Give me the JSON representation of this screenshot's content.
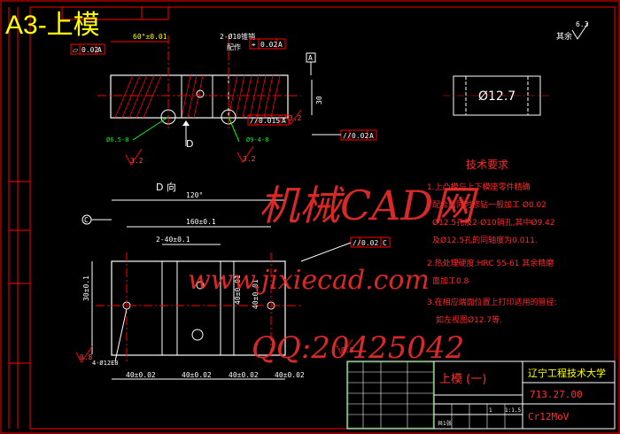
{
  "title": "A3-上模",
  "surface_finish": {
    "label": "其余",
    "value": "6.3"
  },
  "gdt": {
    "top_flatness": "0.02",
    "top_flatness_ref": "A",
    "holes_spec": "2-Ø10锥销",
    "holes_spec_note": "配作",
    "top_right_position": "0.02",
    "top_right_position_ref": "A",
    "right_parallel": "0.015",
    "right_parallel_ref": "A",
    "mid_parallel": "0.02",
    "mid_parallel_ref": "A",
    "bottom_parallel": "0.02",
    "bottom_parallel_ref": "C"
  },
  "datum_labels": {
    "a": "A",
    "c": "C"
  },
  "views": {
    "d_arrow": "D",
    "d_view": "D 向"
  },
  "roughness": [
    "3.2",
    "3.2",
    "3.2",
    "0.8",
    "0.8"
  ],
  "dims": {
    "top_left": "60°±0.01",
    "overall_width": "120°",
    "inner_span": "160±0.1",
    "small_span": "2-40±0.1",
    "left_height": "30±0.1",
    "mid_height_a": "40±0.01",
    "mid_height_b": "40±0.01",
    "section_height": "30",
    "bolt_spec": "4-Ø12E8",
    "hole_callout": "Ø6.5-8",
    "hole_callout_b": "Ø9-4-8",
    "bottom_1": "40±0.02",
    "bottom_2": "40±0.02",
    "bottom_3": "40±0.02",
    "bottom_4": "40±0.02"
  },
  "detail_circle": "Ø12.7",
  "tech_req": {
    "title": "技术要求",
    "lines": [
      "1.上凸模与上下模座零件精确",
      "配合后同时修钻一般加工 Ø0.02",
      "Ø12.5孔及2-Ø10销孔,其中Ø9.42",
      "及Ø12.5孔的同轴度为0.011.",
      "2.热处理硬度:HRC 55-61 其余精磨",
      "面加工0.8",
      "3.在相应端面位置上打印适用的管径:",
      "如左视图Ø12.7等."
    ]
  },
  "title_block": {
    "school": "辽宁工程技术大学",
    "part": "上模 (一)",
    "code": "713.27.00",
    "material": "Cr12MoV",
    "scale_a": "1",
    "scale_b": "1:1.5",
    "sheet": "共1张"
  },
  "watermarks": {
    "cad": "机械CAD网",
    "url": "www.jixiecad.com",
    "qq": "QQ:20425042"
  },
  "colors": {
    "frame": "#ff0000",
    "part": "#ffffff",
    "hatch": "#ff0000",
    "leader": "#00ff00",
    "title": "#ffff00",
    "border_green": "#00aa00"
  }
}
